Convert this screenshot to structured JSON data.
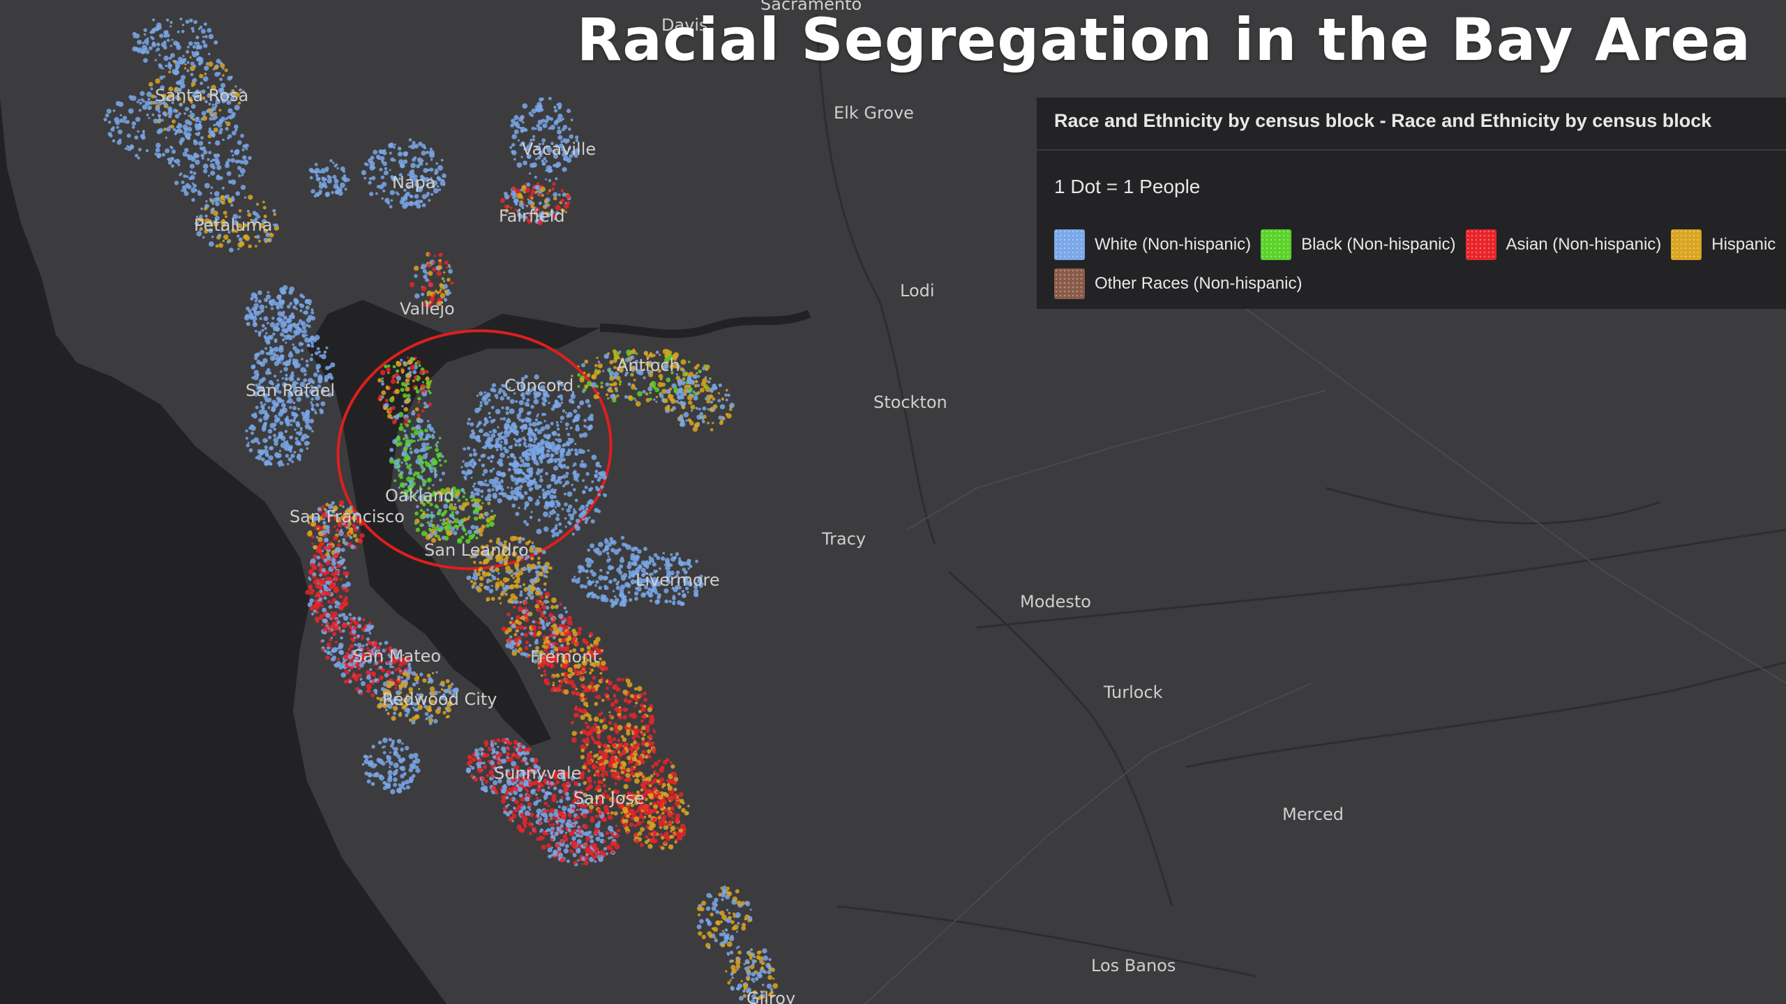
{
  "title": "Racial Segregation in the Bay Area",
  "legend": {
    "header": "Race and Ethnicity by census block - Race and Ethnicity by census block",
    "scale": "1 Dot = 1 People",
    "items": [
      {
        "label": "White (Non-hispanic)",
        "color": "#7aa7e8"
      },
      {
        "label": "Black (Non-hispanic)",
        "color": "#5ad22a"
      },
      {
        "label": "Asian (Non-hispanic)",
        "color": "#e8242a"
      },
      {
        "label": "Hispanic",
        "color": "#d9a520"
      },
      {
        "label": "Other Races (Non-hispanic)",
        "color": "#8a5a48"
      }
    ]
  },
  "places": {
    "sacramento": "Sacramento",
    "davis": "Davis",
    "elk_grove": "Elk Grove",
    "santa_rosa": "Santa Rosa",
    "vacaville": "Vacaville",
    "napa": "Napa",
    "fairfield": "Fairfield",
    "petaluma": "Petaluma",
    "vallejo": "Vallejo",
    "lodi": "Lodi",
    "san_rafael": "San Rafael",
    "antioch": "Antioch",
    "concord": "Concord",
    "stockton": "Stockton",
    "oakland": "Oakland",
    "san_francisco": "San Francisco",
    "san_leandro": "San Leandro",
    "tracy": "Tracy",
    "livermore": "Livermore",
    "modesto": "Modesto",
    "san_mateo": "San Mateo",
    "fremont": "Fremont",
    "redwood_city": "Redwood City",
    "turlock": "Turlock",
    "sunnyvale": "Sunnyvale",
    "san_jose": "San Jose",
    "merced": "Merced",
    "los_banos": "Los Banos",
    "gilroy": "Gilroy"
  }
}
